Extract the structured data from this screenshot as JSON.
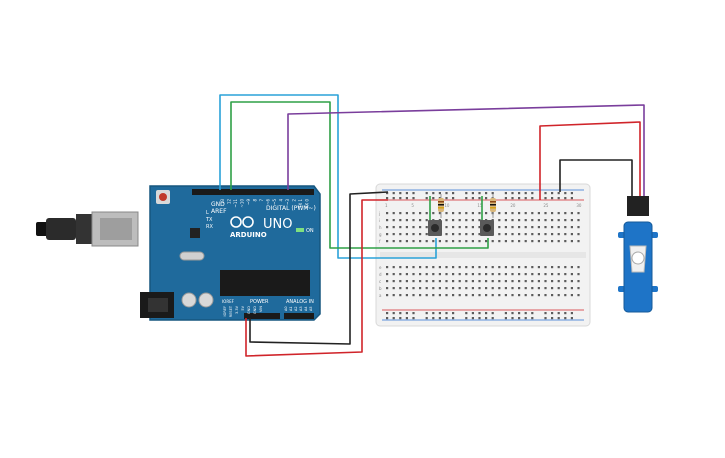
{
  "arduino": {
    "brand": "ARDUINO",
    "model": "UNO",
    "on_label": "ON",
    "tx_label": "TX",
    "rx_label": "RX",
    "l_label": "L",
    "digital_header": "DIGITAL (PWM~)",
    "power_header": "POWER",
    "analog_header": "ANALOG IN",
    "aref_label": "AREF",
    "gnd_label": "GND",
    "digital_pins": [
      "13",
      "12",
      "~11",
      "~10",
      "~9",
      "8",
      "7",
      "~6",
      "~5",
      "4",
      "~3",
      "2",
      "TX 1",
      "RX 0"
    ],
    "power_pins": [
      "IOREF",
      "RESET",
      "3.3V",
      "5V",
      "GND",
      "GND",
      "VIN"
    ],
    "analog_pins": [
      "A0",
      "A1",
      "A2",
      "A3",
      "A4",
      "A5"
    ],
    "ioref_label": "IOREF"
  },
  "breadboard": {
    "columns_top": [
      "1",
      "5",
      "10",
      "15",
      "20",
      "25",
      "30"
    ],
    "rows": [
      "a",
      "b",
      "c",
      "d",
      "e",
      "f",
      "g",
      "h",
      "i",
      "j"
    ]
  },
  "colors": {
    "board": "#1f6a9c",
    "board_edge": "#17567f",
    "wire_black": "#222222",
    "wire_red": "#d0242a",
    "wire_green": "#2ea046",
    "wire_blue": "#2aa2d8",
    "wire_purple": "#7a3e9c",
    "servo": "#1e74c7",
    "breadboard": "#f2f2f2"
  }
}
